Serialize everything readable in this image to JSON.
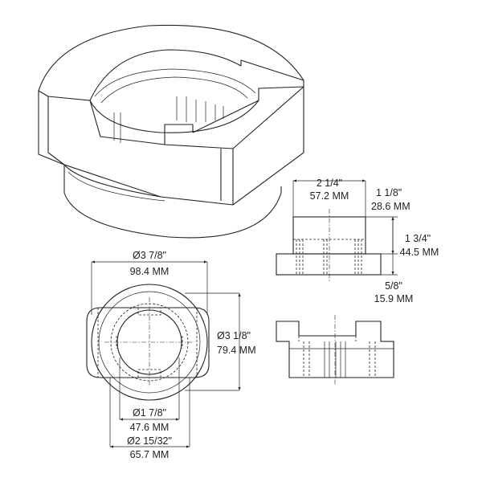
{
  "dimensions": {
    "outer_diameter": {
      "imperial": "Ø3 7/8\"",
      "metric": "98.4 MM"
    },
    "flat_width": {
      "imperial": "Ø3 1/8\"",
      "metric": "79.4 MM"
    },
    "inner_diameter": {
      "imperial": "Ø1 7/8\"",
      "metric": "47.6 MM"
    },
    "bore_diameter": {
      "imperial": "Ø2 15/32\"",
      "metric": "65.7 MM"
    },
    "body_width": {
      "imperial": "2 1/4\"",
      "metric": "57.2 MM"
    },
    "body_height": {
      "imperial": "1 1/8\"",
      "metric": "28.6 MM"
    },
    "total_height": {
      "imperial": "1 3/4\"",
      "metric": "44.5 MM"
    },
    "flange_height": {
      "imperial": "5/8\"",
      "metric": "15.9 MM"
    }
  }
}
